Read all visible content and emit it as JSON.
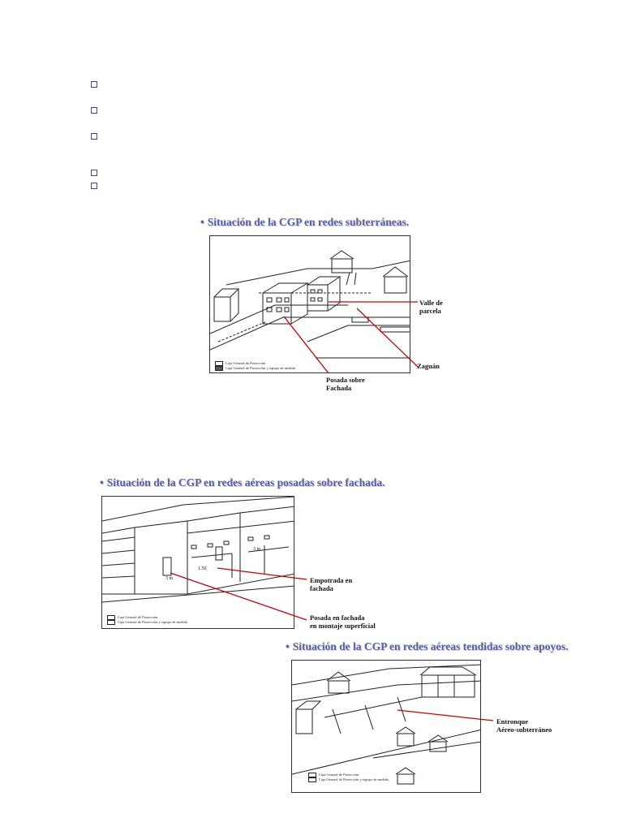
{
  "bullets": [
    "",
    "",
    "",
    "",
    ""
  ],
  "colors": {
    "heading": "#5a5fa8",
    "callout_line": "#cc0000",
    "bullet_border": "#3a4a8c"
  },
  "section1": {
    "heading": "Situación de la CGP en redes subterráneas.",
    "legend": [
      "Caja General de Protección",
      "Caja General de Protección y equipo de medida"
    ],
    "callouts": {
      "valle_l1": "Valle de",
      "valle_l2": "parcela",
      "zaguan": "Zaguán",
      "posada_l1": "Posada sobre",
      "posada_l2": "Fachada"
    }
  },
  "section2": {
    "heading": "Situación de la CGP en redes aéreas posadas sobre fachada.",
    "legend": [
      "Caja General de Protección",
      "Caja General de Protección y equipo de medida"
    ],
    "dims": {
      "d1": "1.50",
      "d2": "3 m",
      "d3": "3 m"
    },
    "callouts": {
      "empotrada_l1": "Empotrada en",
      "empotrada_l2": "fachada",
      "posada_l1": "Posada en fachada",
      "posada_l2": "en montaje superficial"
    }
  },
  "section3": {
    "heading": "Situación de la CGP en redes aéreas tendidas sobre apoyos.",
    "legend": [
      "Caja General de",
      "Protección",
      "Caja General de Protección y equipo de medida"
    ],
    "callouts": {
      "entronque_l1": "Entronque",
      "entronque_l2": "Aéreo-subterráneo"
    }
  }
}
